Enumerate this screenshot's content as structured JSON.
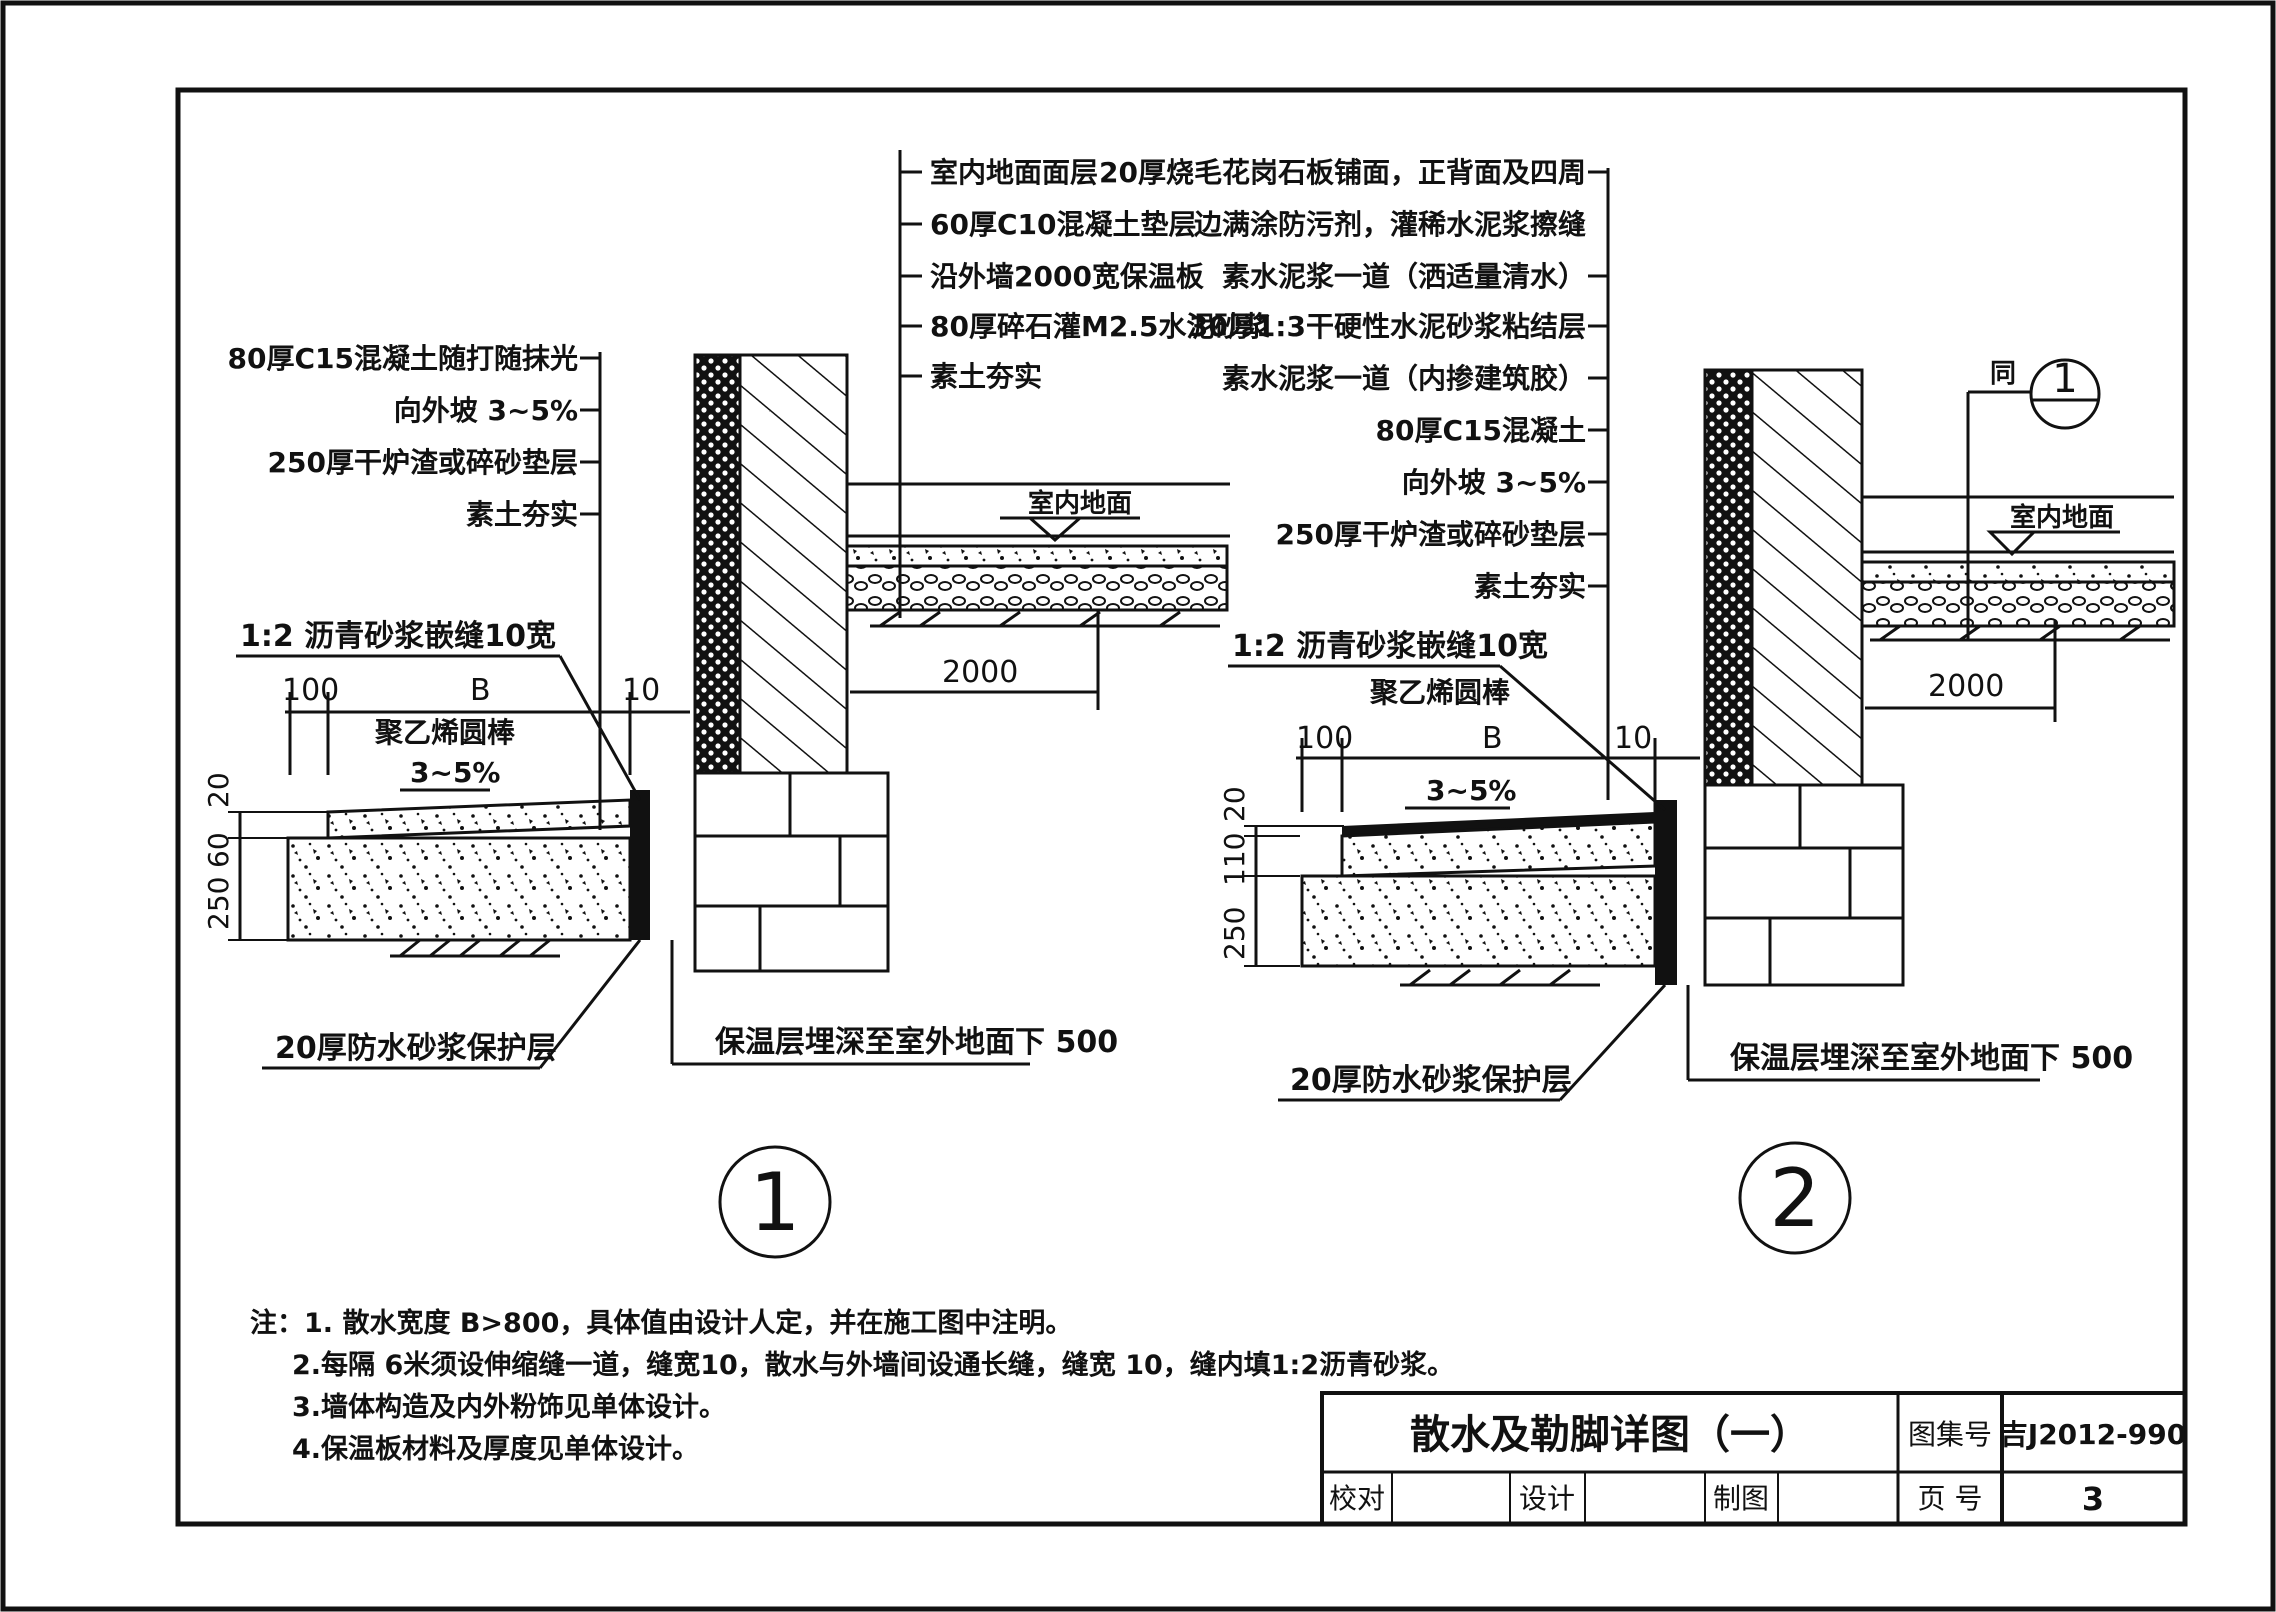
{
  "drawing": {
    "title": "散水及勒脚详图（一）",
    "atlas_label": "图集号",
    "atlas_number": "吉J2012-990",
    "page_label": "页  号",
    "page_number": "3",
    "check_label": "校对",
    "design_label": "设计",
    "draft_label": "制图"
  },
  "notes": [
    "注：1. 散水宽度 B>800，具体值由设计人定，并在施工图中注明。",
    "2.每隔 6米须设伸缩缝一道，缝宽10，散水与外墙间设通长缝，缝宽 10，缝内填1:2沥青砂浆。",
    "3.墙体构造及内外粉饰见单体设计。",
    "4.保温板材料及厚度见单体设计。"
  ],
  "detail1": {
    "number": "1",
    "top_layers": [
      "室内地面面层",
      "60厚C10混凝土垫层",
      "沿外墙2000宽保温板",
      "80厚碎石灌M2.5水泥砂浆",
      "素土夯实"
    ],
    "left_layers": [
      "80厚C15混凝土随打随抹光",
      "向外坡 3~5%",
      "250厚干炉渣或碎砂垫层",
      "素土夯实"
    ],
    "joint": "1:2 沥青砂浆嵌缝10宽",
    "rod": "聚乙烯圆棒",
    "slope": "3~5%",
    "floor": "室内地面",
    "dim_100": "100",
    "dim_B": "B",
    "dim_10": "10",
    "dim_2000": "2000",
    "dim_20": "20",
    "dim_60": "60",
    "dim_250": "250",
    "protect": "20厚防水砂浆保护层",
    "insul": "保温层埋深至室外地面下 500"
  },
  "detail2": {
    "number": "2",
    "top_layers": [
      "20厚烧毛花岗石板铺面，正背面及四周",
      "边满涂防污剂，灌稀水泥浆擦缝",
      "素水泥浆一道（洒适量清水）",
      "30厚1:3干硬性水泥砂浆粘结层",
      "素水泥浆一道（内掺建筑胶）",
      "80厚C15混凝土",
      "向外坡 3~5%",
      "250厚干炉渣或碎砂垫层",
      "素土夯实"
    ],
    "joint": "1:2 沥青砂浆嵌缝10宽",
    "rod": "聚乙烯圆棒",
    "slope": "3~5%",
    "floor": "室内地面",
    "ref_text": "同",
    "ref_number": "1",
    "dim_100": "100",
    "dim_B": "B",
    "dim_10": "10",
    "dim_2000": "2000",
    "dim_20": "20",
    "dim_110": "110",
    "dim_250": "250",
    "protect": "20厚防水砂浆保护层",
    "insul": "保温层埋深至室外地面下 500"
  }
}
